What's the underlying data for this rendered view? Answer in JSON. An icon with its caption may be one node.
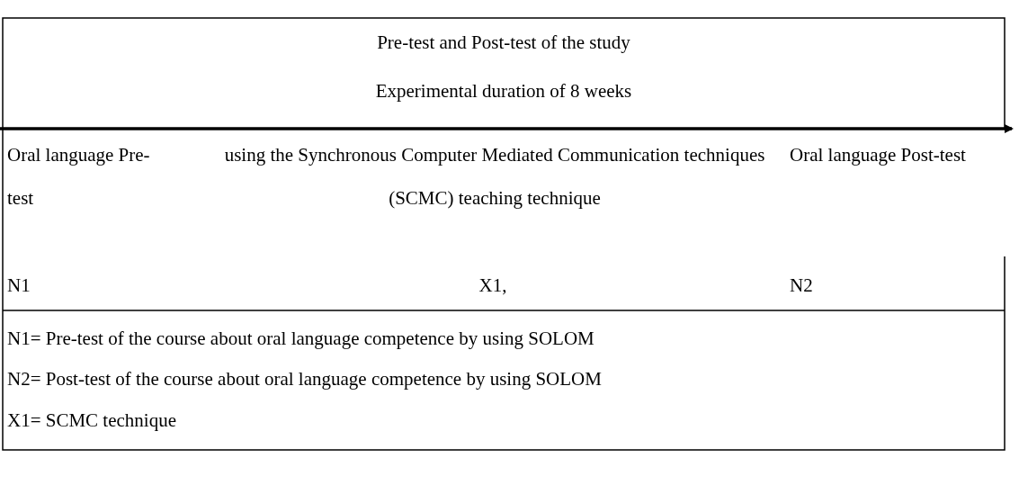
{
  "diagram": {
    "title": "Pre-test and Post-test of the study",
    "labels": [
      "Experimental duration of 8 weeks",
      "Oral language Pre-test",
      "using the Synchronous Computer Mediated Communication techniques (SCMC) teaching technique",
      "Oral language Post-test",
      "N1",
      "X1,",
      "N2",
      "N1= Pre-test of the course about oral language competence by using SOLOM",
      "N2= Post-test of the course about oral language competence by using SOLOM",
      "X1= SCMC technique"
    ]
  }
}
